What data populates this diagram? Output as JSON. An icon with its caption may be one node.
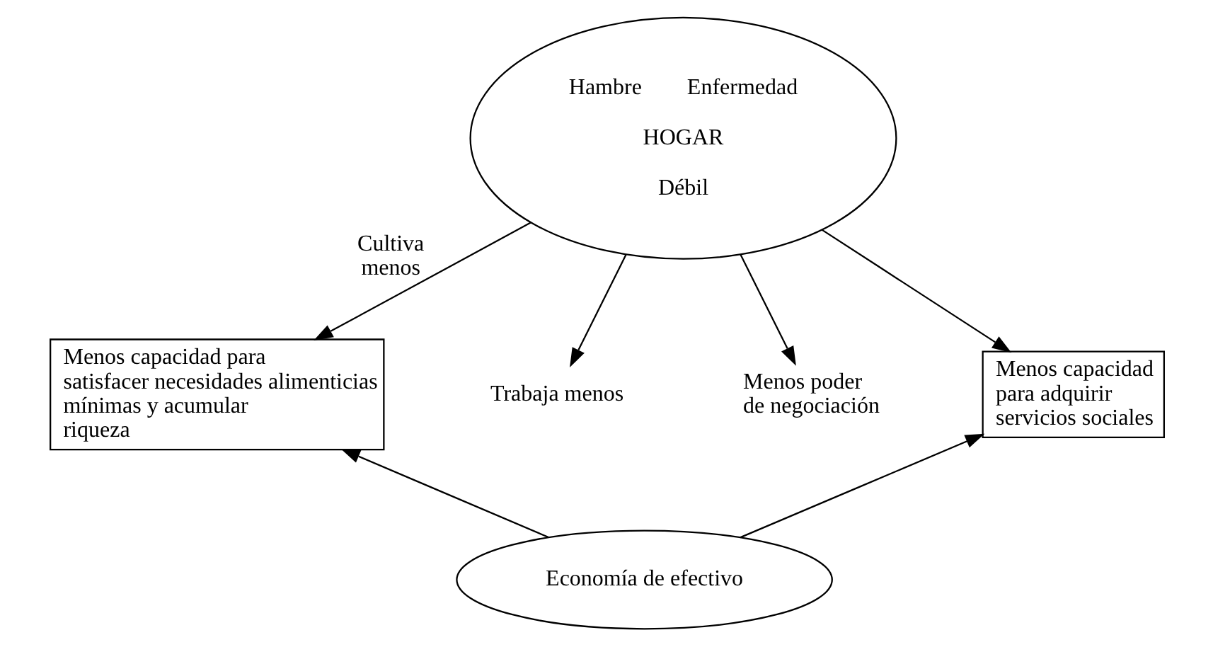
{
  "diagram": {
    "nodes": [
      {
        "text": [
          "Hambre",
          "Enfermedad",
          "HOGAR",
          "Débil"
        ]
      },
      {
        "text": [
          "Menos capacidad para satisfacer necesidades alimenticias mínimas y acumular riqueza"
        ]
      },
      {
        "text": [
          "Trabaja menos"
        ]
      },
      {
        "text": [
          "Menos poder de negociación"
        ]
      },
      {
        "text": [
          "Menos capacidad para adquirir servicios sociales"
        ]
      },
      {
        "text": [
          "Economía de efectivo"
        ]
      }
    ],
    "edges": [
      {
        "from": 0,
        "to": 1,
        "arrow": "to",
        "label": "Cultiva menos"
      },
      {
        "from": 0,
        "to": 2,
        "arrow": "to"
      },
      {
        "from": 0,
        "to": 3,
        "arrow": "to"
      },
      {
        "from": 0,
        "to": 4,
        "arrow": "to"
      },
      {
        "from": 5,
        "to": 1,
        "arrow": "to"
      },
      {
        "from": 5,
        "to": 4,
        "arrow": "to"
      }
    ]
  }
}
